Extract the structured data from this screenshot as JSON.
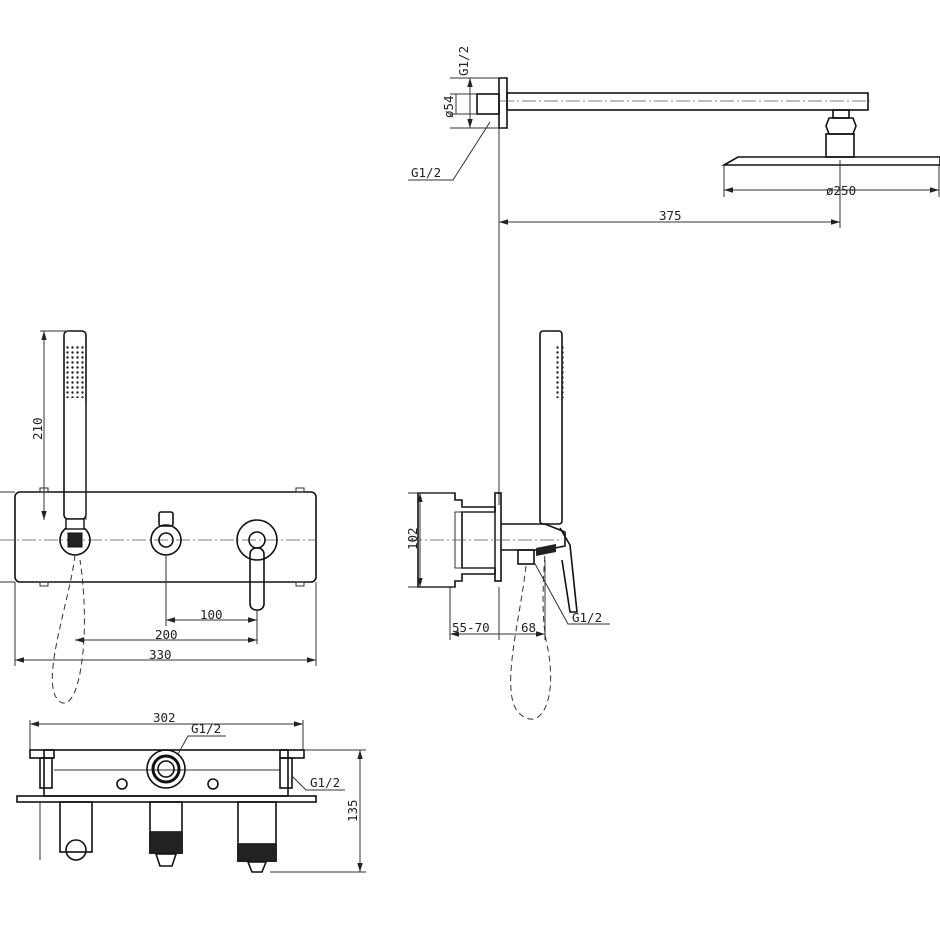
{
  "drawing": {
    "shower_arm": {
      "thread_vertical": "G1/2",
      "flange_diameter": "ø54",
      "thread_leader": "G1/2",
      "head_diameter": "ø250",
      "arm_projection": "375"
    },
    "front_view": {
      "handshower_length": "210",
      "spacing_100": "100",
      "spacing_200": "200",
      "plate_width": "330"
    },
    "side_view": {
      "plate_height": "102",
      "depth_range": "55-70",
      "outlet_offset": "68",
      "outlet_thread": "G1/2"
    },
    "top_view": {
      "body_width": "302",
      "inlet_thread": "G1/2",
      "side_thread": "G1/2",
      "depth": "135"
    }
  }
}
